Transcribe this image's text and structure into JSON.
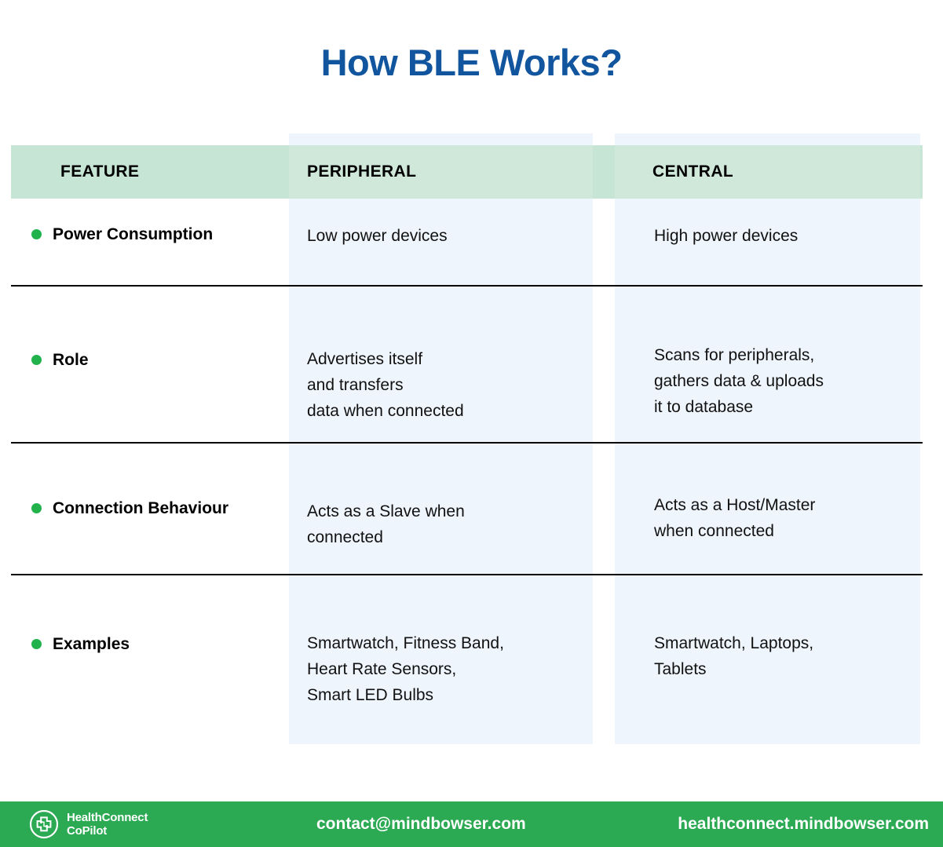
{
  "title": "How BLE Works?",
  "theme": {
    "title_color": "#11559e",
    "header_green": "#c6e5d5",
    "column_blue": "#eff5fd",
    "bullet_green": "#22b24c",
    "footer_green": "#2ca953"
  },
  "table": {
    "headers": {
      "feature": "FEATURE",
      "peripheral": "PERIPHERAL",
      "central": "CENTRAL"
    },
    "rows": [
      {
        "feature": "Power Consumption",
        "peripheral": "Low power devices",
        "central": "High power devices"
      },
      {
        "feature": "Role",
        "peripheral": "Advertises itself\nand transfers\ndata when connected",
        "central": "Scans for peripherals,\ngathers data & uploads\nit to database"
      },
      {
        "feature": "Connection Behaviour",
        "peripheral": "Acts as a Slave when\nconnected",
        "central": "Acts as a Host/Master\nwhen connected"
      },
      {
        "feature": "Examples",
        "peripheral": "Smartwatch, Fitness Band,\nHeart Rate Sensors,\nSmart LED Bulbs",
        "central": "Smartwatch, Laptops,\nTablets"
      }
    ]
  },
  "footer": {
    "brand_line1": "HealthConnect",
    "brand_line2": "CoPilot",
    "contact": "contact@mindbowser.com",
    "website": "healthconnect.mindbowser.com"
  }
}
